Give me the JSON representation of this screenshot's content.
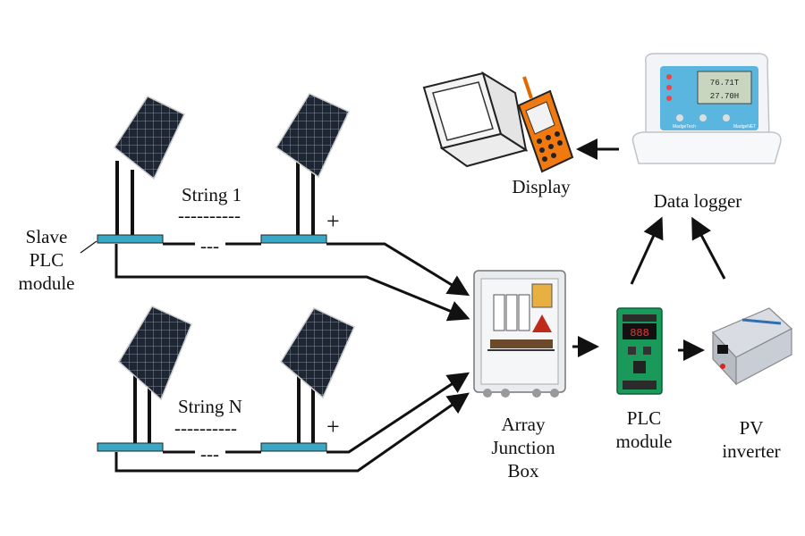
{
  "labels": {
    "string_1": "String 1",
    "string_n": "String N",
    "slave_plc_module": [
      "Slave",
      "PLC",
      "module"
    ],
    "array_junction_box": [
      "Array",
      "Junction",
      "Box"
    ],
    "plc_module": [
      "PLC",
      "module"
    ],
    "pv_inverter": [
      "PV",
      "inverter"
    ],
    "data_logger": "Data logger",
    "display": "Display",
    "plus": "+",
    "dashes_long": "----------",
    "dashes_short": "---"
  },
  "devices": {
    "logger_screen_line1": "76.71T",
    "logger_screen_line2": "27.70H",
    "logger_brand": "MadgeTech",
    "logger_model": "MadgeNET"
  },
  "colors": {
    "wire": "#111111",
    "busbar": "#3aa8c4",
    "panel": "#1d2430",
    "phone": "#f07a10",
    "pcb": "#1a9a5a",
    "inverter_body": "#d9dde3",
    "inverter_accent": "#2f6fb0"
  }
}
